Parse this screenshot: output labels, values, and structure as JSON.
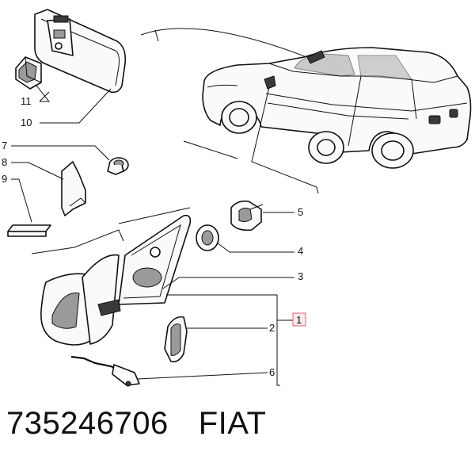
{
  "callouts": {
    "p1": "1",
    "p2": "2",
    "p3": "3",
    "p4": "4",
    "p5": "5",
    "p6": "6",
    "p7": "7",
    "p8": "8",
    "p9": "9",
    "p10": "10",
    "p11": "11"
  },
  "caption": {
    "part_number": "735246706",
    "brand": "FIAT"
  },
  "colors": {
    "line": "#111111",
    "callout_box": "#e06070",
    "callout_box_fill": "#fde8ea"
  }
}
